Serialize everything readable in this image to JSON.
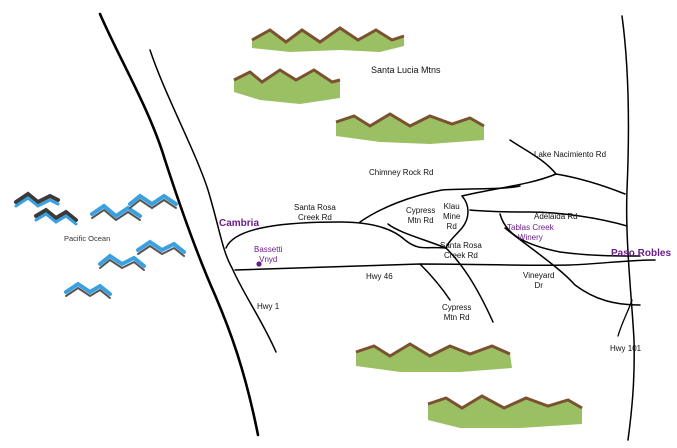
{
  "colors": {
    "road": "#000000",
    "place": "#6b1d8a",
    "mountain_green": "#9bc063",
    "mountain_brown": "#7a5230",
    "ocean_blue": "#3aa0e0"
  },
  "labels": {
    "santa_lucia": "Santa Lucia Mtns",
    "pacific": "Pacific Ocean",
    "cambria": "Cambria",
    "paso_robles": "Paso Robles",
    "bassetti": "Bassetti\nVnyd",
    "tablas": "Tablas Creek\nWinery",
    "lake_nacimiento": "Lake Nacimiento Rd",
    "chimney_rock": "Chimney Rock Rd",
    "santa_rosa_creek_1": "Santa Rosa\nCreek Rd",
    "cypress_mtn_1": "Cypress\nMtn Rd",
    "klau_mine": "Klau\nMine\nRd",
    "adelaida": "Adelaida Rd",
    "santa_rosa_creek_2": "Santa Rosa\nCreek Rd",
    "hwy46": "Hwy 46",
    "vineyard_dr": "Vineyard\nDr",
    "cypress_mtn_2": "Cypress\nMtn Rd",
    "hwy1": "Hwy 1",
    "hwy101": "Hwy 101"
  }
}
